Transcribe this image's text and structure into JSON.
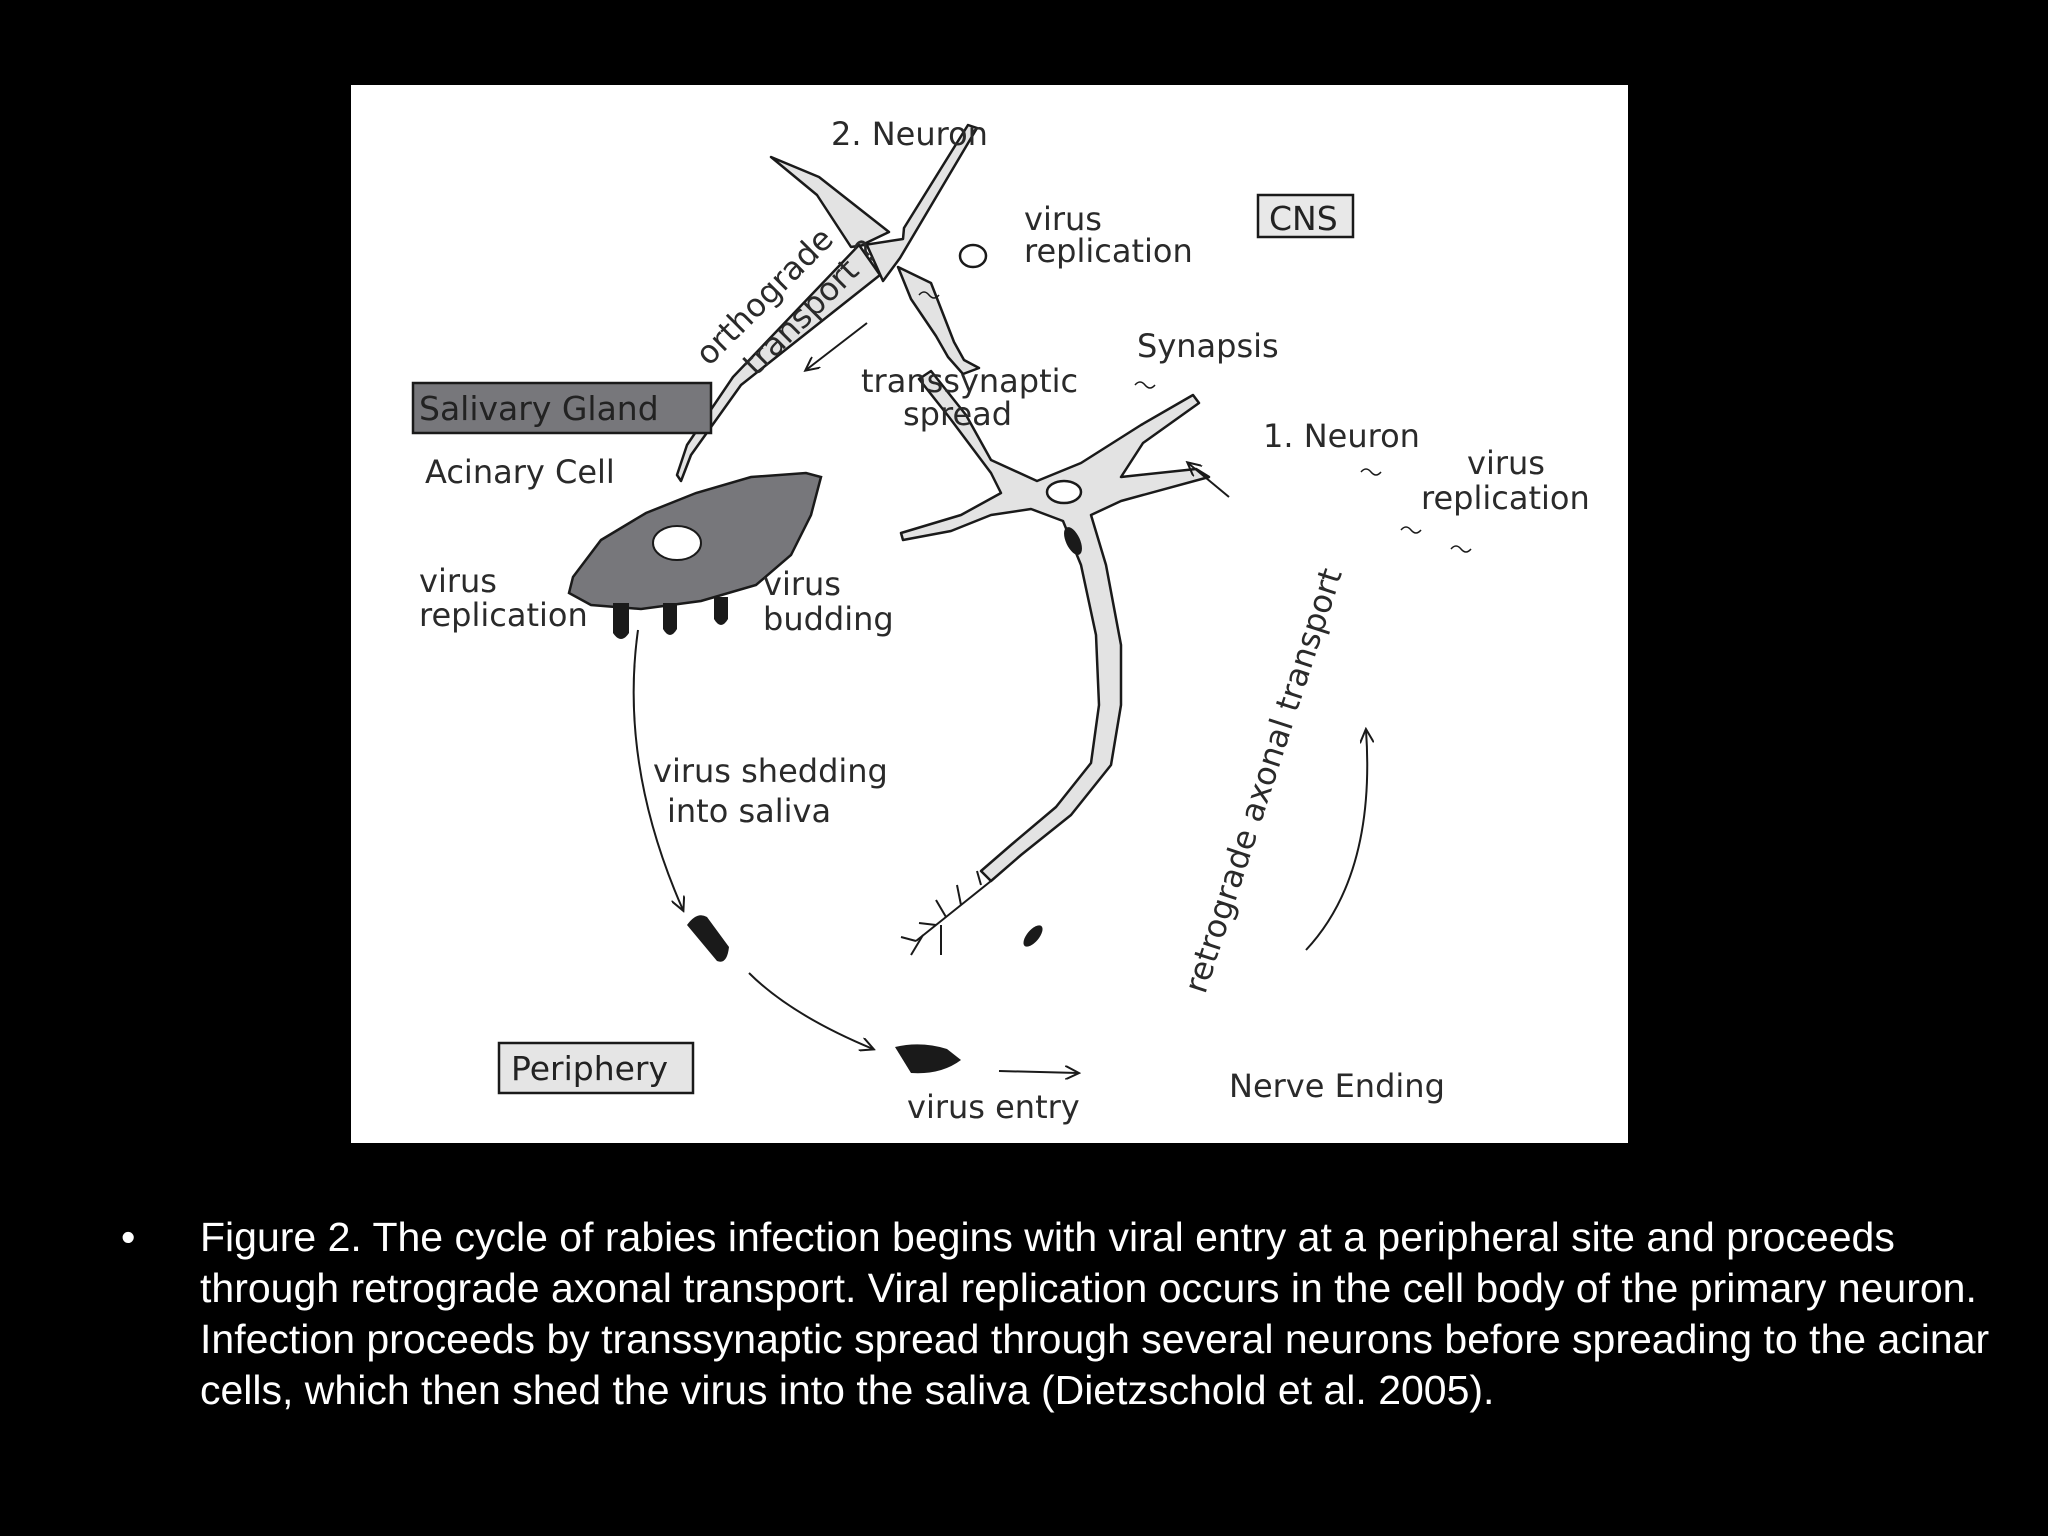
{
  "figure": {
    "labels": {
      "neuron2": "2. Neuron",
      "neuron1": "1. Neuron",
      "cns": "CNS",
      "virus_replication_top": [
        "virus",
        "replication"
      ],
      "virus_replication_right": [
        "virus",
        "replication"
      ],
      "orthograde": [
        "orthograde",
        "transport ?"
      ],
      "synapsis": "Synapsis",
      "transsynaptic": [
        "transsynaptic",
        "spread"
      ],
      "salivary_gland": "Salivary Gland",
      "acinary_cell": "Acinary Cell",
      "virus_replication_left": [
        "virus",
        "replication"
      ],
      "virus_budding": [
        "virus",
        "budding"
      ],
      "shedding": [
        "virus shedding",
        "into saliva"
      ],
      "retrograde": "retrograde axonal transport",
      "periphery": "Periphery",
      "virus_entry": "virus entry",
      "nerve_ending": "Nerve Ending"
    }
  },
  "caption": {
    "bullet": "•",
    "text": "Figure 2. The cycle of rabies infection begins with viral entry at a peripheral site and proceeds through retrograde axonal transport. Viral replication occurs in the cell body of the primary neuron. Infection proceeds by transsynaptic spread through several neurons before spreading to the acinar cells, which then shed the virus into the saliva (Dietzschold et al. 2005)."
  },
  "colors": {
    "background": "#000000",
    "figure_bg": "#ffffff",
    "neuron_fill": "#e3e3e3",
    "acinary_fill": "#77777b",
    "salivary_box": "#77777b",
    "periphery_box": "#e5e5e5",
    "cns_box": "#e8e8e8",
    "ink": "#1a1a1a"
  }
}
